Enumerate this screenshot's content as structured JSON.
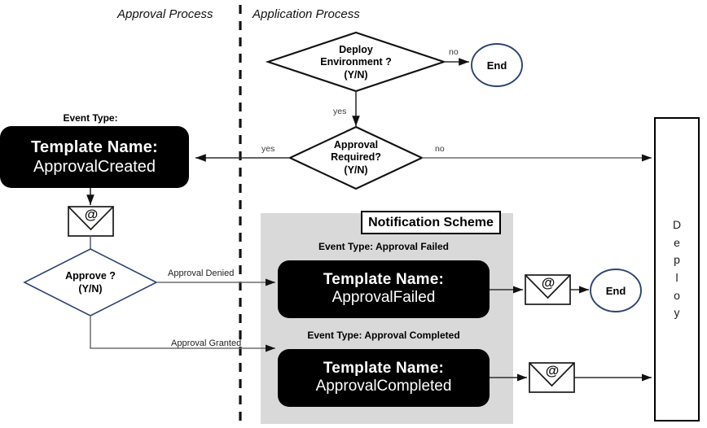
{
  "lanes": {
    "left": "Approval Process",
    "right": "Application Process"
  },
  "nodes": {
    "deploy_env_decision": {
      "line1": "Deploy",
      "line2": "Environment ?",
      "line3": "(Y/N)"
    },
    "approval_required_decision": {
      "line1": "Approval",
      "line2": "Required?",
      "line3": "(Y/N)"
    },
    "approve_decision": {
      "line1": "Approve ?",
      "line2": "(Y/N)"
    },
    "end_top": "End",
    "end_middle": "End",
    "approval_created": {
      "caption": "Event Type:",
      "line1": "Template Name:",
      "line2": "ApprovalCreated"
    },
    "approval_failed": {
      "caption": "Event Type: Approval Failed",
      "line1": "Template Name:",
      "line2": "ApprovalFailed"
    },
    "approval_completed": {
      "caption": "Event Type: Approval Completed",
      "line1": "Template Name:",
      "line2": "ApprovalCompleted"
    },
    "notification_scheme_title": "Notification Scheme",
    "deploy_box": {
      "label": "Deploy",
      "chars": [
        "D",
        "e",
        "p",
        "l",
        "o",
        "y"
      ]
    },
    "envelope_glyph": "@"
  },
  "edges": {
    "deploy_env_no": "no",
    "deploy_env_yes": "yes",
    "approval_required_yes": "yes",
    "approval_required_no": "no",
    "approval_denied": "Approval Denied",
    "approval_granted": "Approval Granted"
  },
  "colors": {
    "black": "#000000",
    "navy": "#2e4372",
    "panel_gray": "#d9d9d9",
    "arrow_gray": "#6f6f6f",
    "white": "#ffffff"
  }
}
